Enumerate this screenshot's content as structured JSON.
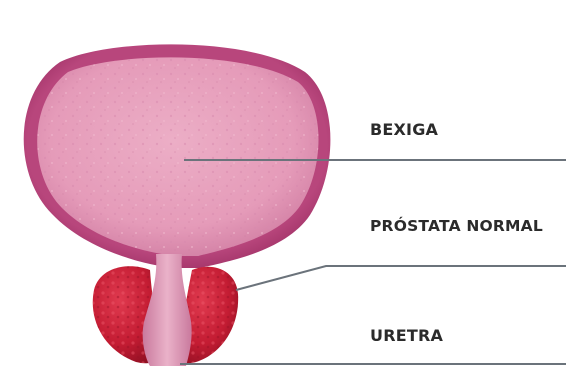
{
  "labels": {
    "bladder": "BEXIGA",
    "prostate": "PRÓSTATA NORMAL",
    "urethra": "URETRA"
  },
  "colors": {
    "bladder_wall": "#a8366d",
    "bladder_fill": "#e79ab8",
    "prostate": "#c91d35",
    "urethra": "#de9dba",
    "leader_line": "#6b737b",
    "label_text": "#2b2b2b"
  }
}
